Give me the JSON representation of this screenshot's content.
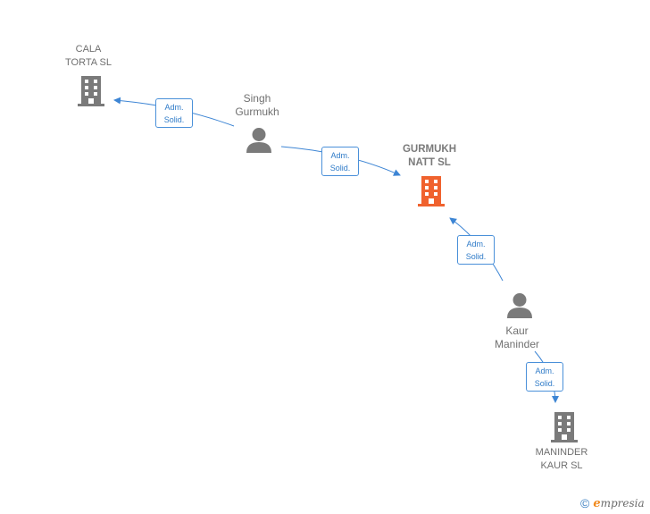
{
  "nodes": {
    "cala_torta": {
      "label": "CALA\nTORTA  SL"
    },
    "singh_gurmukh": {
      "label": "Singh\nGurmukh"
    },
    "gurmukh_natt": {
      "label": "GURMUKH\nNATT  SL"
    },
    "kaur_maninder": {
      "label": "Kaur\nManinder"
    },
    "maninder_kaur": {
      "label": "MANINDER\nKAUR  SL"
    }
  },
  "edges": [
    {
      "from": "singh_gurmukh",
      "to": "cala_torta",
      "line1": "Adm.",
      "line2": "Solid."
    },
    {
      "from": "singh_gurmukh",
      "to": "gurmukh_natt",
      "line1": "Adm.",
      "line2": "Solid."
    },
    {
      "from": "kaur_maninder",
      "to": "gurmukh_natt",
      "line1": "Adm.",
      "line2": "Solid."
    },
    {
      "from": "kaur_maninder",
      "to": "maninder_kaur",
      "line1": "Adm.",
      "line2": "Solid."
    }
  ],
  "colors": {
    "edge": "#3d85d4",
    "company": "#7a7a7a",
    "main_company": "#f0622e",
    "person": "#7a7a7a"
  },
  "brand": {
    "copyright": "©",
    "initial": "e",
    "name": "mpresia"
  }
}
